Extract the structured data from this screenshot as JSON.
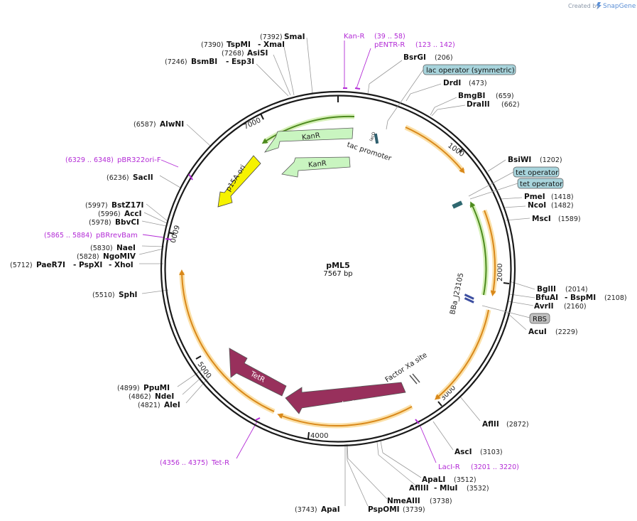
{
  "credit": {
    "prefix": "Created by",
    "brand": "SnapGene"
  },
  "plasmid": {
    "name": "pML5",
    "size": "7567 bp"
  },
  "ticks": [
    {
      "label": "1000"
    },
    {
      "label": "2000"
    },
    {
      "label": "3000"
    },
    {
      "label": "4000"
    },
    {
      "label": "5000"
    },
    {
      "label": "6000"
    },
    {
      "label": "7000"
    }
  ],
  "sites": [
    {
      "name": "SmaI",
      "pos": "(7392)"
    },
    {
      "name": "TspMI",
      "name2": "- XmaI",
      "pos": "(7390)"
    },
    {
      "name": "AsiSI",
      "pos": "(7268)"
    },
    {
      "name": "BsmBI",
      "name2": "- Esp3I",
      "pos": "(7246)"
    },
    {
      "name": "BsrGI",
      "pos": "(206)"
    },
    {
      "name": "DrdI",
      "pos": "(473)"
    },
    {
      "name": "BmgBI",
      "pos": "(659)"
    },
    {
      "name": "DraIII",
      "pos": "(662)"
    },
    {
      "name": "BsiWI",
      "pos": "(1202)"
    },
    {
      "name": "PmeI",
      "pos": "(1418)"
    },
    {
      "name": "NcoI",
      "pos": "(1482)"
    },
    {
      "name": "MscI",
      "pos": "(1589)"
    },
    {
      "name": "BglII",
      "pos": "(2014)"
    },
    {
      "name": "BfuAI",
      "name2": "- BspMI",
      "pos": "(2108)"
    },
    {
      "name": "AvrII",
      "pos": "(2160)"
    },
    {
      "name": "AcuI",
      "pos": "(2229)"
    },
    {
      "name": "AflII",
      "pos": "(2872)"
    },
    {
      "name": "AscI",
      "pos": "(3103)"
    },
    {
      "name": "ApaLI",
      "pos": "(3512)"
    },
    {
      "name": "AflIII",
      "name2": "- MluI",
      "pos": "(3532)"
    },
    {
      "name": "NmeAIII",
      "pos": "(3738)"
    },
    {
      "name": "PspOMI",
      "pos": "(3739)"
    },
    {
      "name": "ApaI",
      "pos": "(3743)"
    },
    {
      "name": "AleI",
      "pos": "(4821)"
    },
    {
      "name": "NdeI",
      "pos": "(4862)"
    },
    {
      "name": "PpuMI",
      "pos": "(4899)"
    },
    {
      "name": "SphI",
      "pos": "(5510)"
    },
    {
      "name": "PaeR7I",
      "name2": "- PspXI",
      "name3": "- XhoI",
      "pos": "(5712)"
    },
    {
      "name": "NgoMIV",
      "pos": "(5828)"
    },
    {
      "name": "NaeI",
      "pos": "(5830)"
    },
    {
      "name": "BbvCI",
      "pos": "(5978)"
    },
    {
      "name": "AccI",
      "pos": "(5996)"
    },
    {
      "name": "BstZ17I",
      "pos": "(5997)"
    },
    {
      "name": "SacII",
      "pos": "(6236)"
    },
    {
      "name": "AlwNI",
      "pos": "(6587)"
    }
  ],
  "primers": [
    {
      "name": "Kan-R",
      "range": "(39 .. 58)"
    },
    {
      "name": "pENTR-R",
      "range": "(123 .. 142)"
    },
    {
      "name": "pBR322ori-F",
      "range": "(6329 .. 6348)"
    },
    {
      "name": "pBRrevBam",
      "range": "(5865 .. 5884)"
    },
    {
      "name": "LacI-R",
      "range": "(3201 .. 3220)"
    },
    {
      "name": "Tet-R",
      "range": "(4356 .. 4375)"
    }
  ],
  "boxed_features": [
    {
      "name": "lac operator (symmetric)"
    },
    {
      "name": "tet operator"
    },
    {
      "name": "tet operator"
    },
    {
      "name": "RBS"
    }
  ],
  "features": [
    {
      "name": "KanR"
    },
    {
      "name": "KanR"
    },
    {
      "name": "p15A ori"
    },
    {
      "name": "tac promoter"
    },
    {
      "name": "lacO"
    },
    {
      "name": "BBa_J23105"
    },
    {
      "name": "Factor Xa site"
    },
    {
      "name": "TetR"
    },
    {
      "name": "lacI"
    }
  ],
  "colors": {
    "backbone": "#1a1a1a",
    "orange_arrow": "#d9881a",
    "orange_glow": "#fbe0a8",
    "green_arrow": "#4d8a1e",
    "green_glow": "#d6f0b8",
    "kanr_fill": "#c9f5c0",
    "ori_fill": "#f6f200",
    "cds_fill": "#98305c",
    "primer": "#b32bd6",
    "box_feature": "#a8d4dc",
    "rbs_box": "#c0c0c0",
    "site_line": "#999999"
  }
}
